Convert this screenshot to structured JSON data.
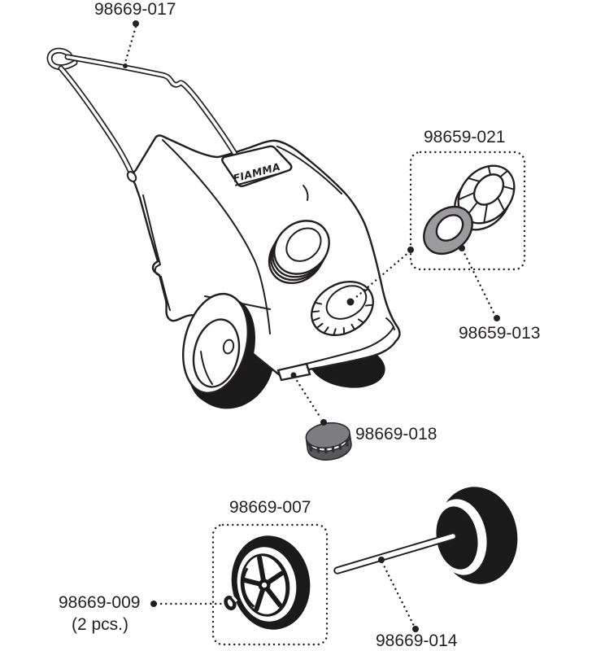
{
  "diagram": {
    "brand_logo": "FIAMMA",
    "background_color": "#ffffff",
    "line_color": "#231f20",
    "seal_color": "#9b9b9d",
    "cap_top_color": "#7d7d81",
    "cap_side_color": "#58585c",
    "tire_color": "#1a1a1a",
    "parts": [
      {
        "part_number": "98669-017",
        "points_to": "handle"
      },
      {
        "part_number": "98659-021",
        "points_to": "filler-cap-kit"
      },
      {
        "part_number": "98659-013",
        "points_to": "seal-ring"
      },
      {
        "part_number": "98669-018",
        "points_to": "drain-cap"
      },
      {
        "part_number": "98669-007",
        "points_to": "wheel"
      },
      {
        "part_number": "98669-009",
        "quantity_note": "(2 pcs.)",
        "points_to": "axle-clip"
      },
      {
        "part_number": "98669-014",
        "points_to": "axle"
      }
    ]
  }
}
